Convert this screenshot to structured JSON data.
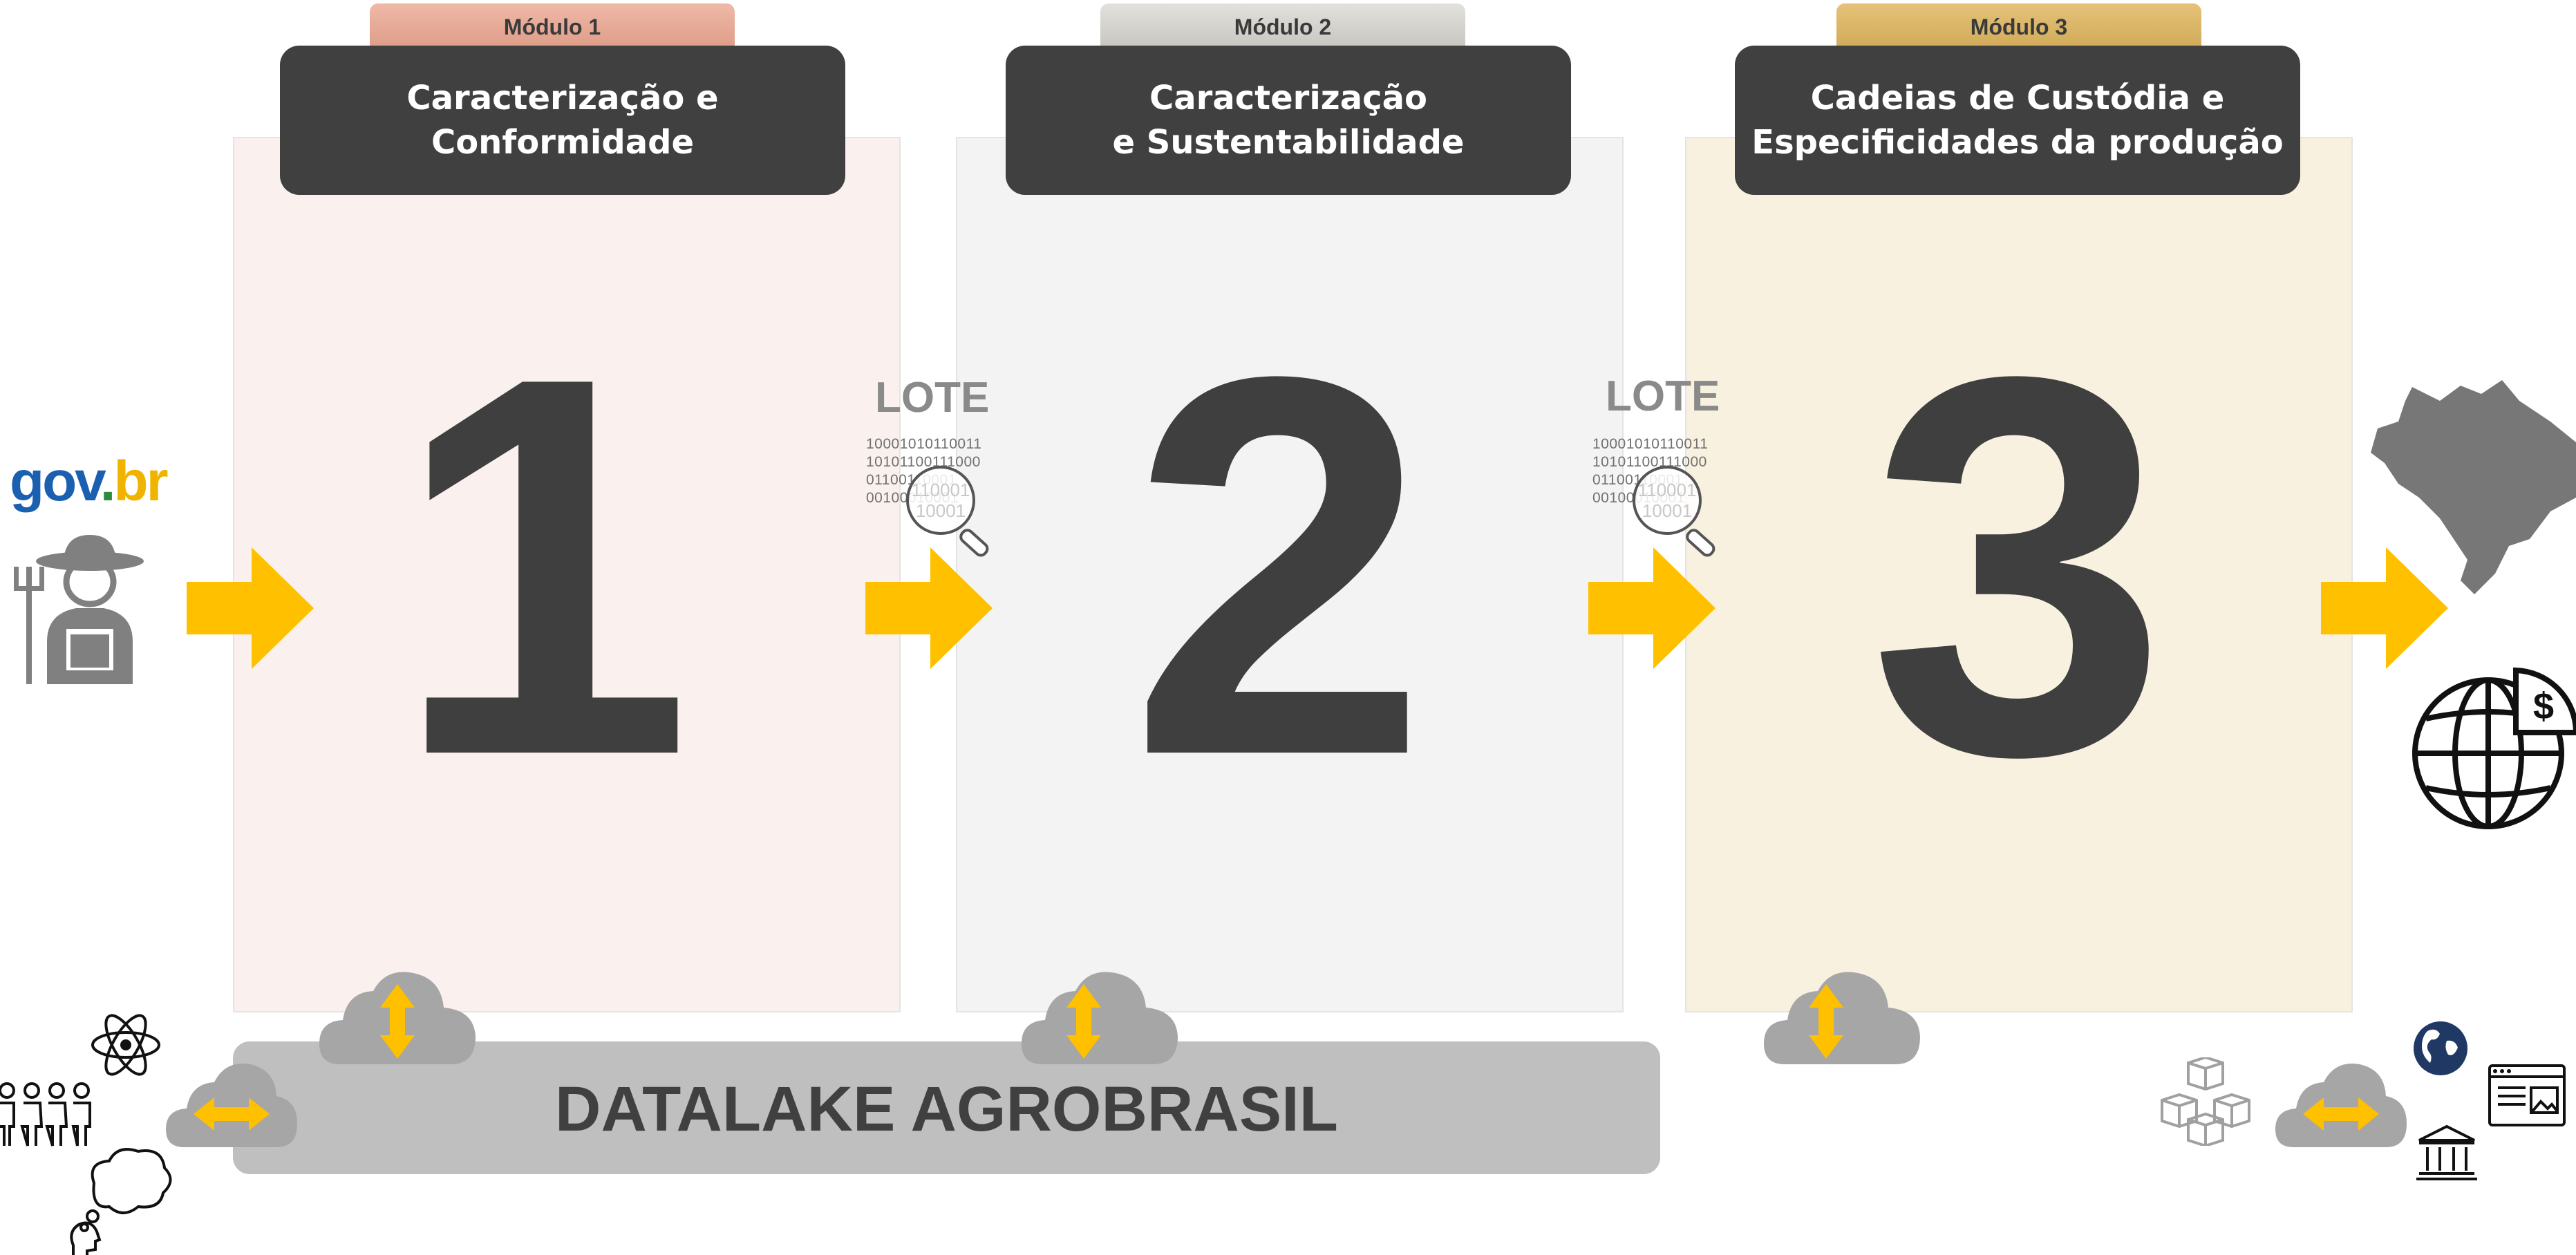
{
  "modules": [
    {
      "tab_label": "Módulo 1",
      "title_line1": "Caracterização e",
      "title_line2": "Conformidade",
      "number": "1",
      "tab_color": "#e3a592",
      "panel_color": "#faf1ee"
    },
    {
      "tab_label": "Módulo 2",
      "title_line1": "Caracterização",
      "title_line2": "e Sustentabilidade",
      "number": "2",
      "tab_color": "#cfcdc8",
      "panel_color": "#f3f3f3"
    },
    {
      "tab_label": "Módulo 3",
      "title_line1": "Cadeias de Custódia e",
      "title_line2": "Especificidades da produção",
      "number": "3",
      "tab_color": "#d8b466",
      "panel_color": "#f9f1e0"
    }
  ],
  "lots": [
    {
      "label": "LOTE",
      "binary": "10001010110011\n10101100111000\n01100110001\n00100010001",
      "magnifier_text": "110001\n10001"
    },
    {
      "label": "LOTE",
      "binary": "10001010110011\n10101100111000\n01100110001\n00100010001",
      "magnifier_text": "110001\n10001"
    }
  ],
  "datalake": {
    "label": "DATALAKE AGROBRASIL",
    "color": "#bfbfbf"
  },
  "govbr": {
    "part1": "gov",
    "part2": ".",
    "part3": "br"
  },
  "colors": {
    "accent_arrow": "#ffc000",
    "dark_header": "#404040",
    "cloud": "#a6a6a6"
  },
  "icons": [
    "farmer-icon",
    "brazil-map-icon",
    "globe-dollar-icon",
    "atom-icon",
    "people-icon",
    "thought-bubble-icon",
    "cubes-icon",
    "globe-icon",
    "browser-window-icon",
    "bank-icon",
    "magnifier-icon",
    "cloud-icon"
  ]
}
